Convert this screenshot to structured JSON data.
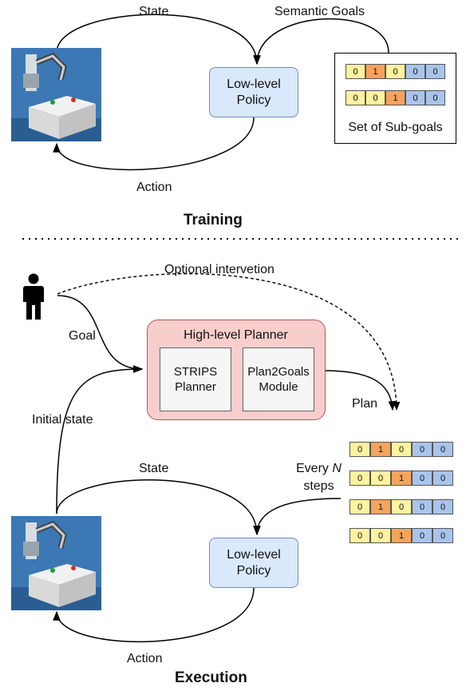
{
  "colors": {
    "policy_fill": "#dae8fc",
    "planner_fill": "#f8cecc",
    "cell_yellow": "#fff2a0",
    "cell_orange": "#f5a45c",
    "cell_blue": "#a9c4eb"
  },
  "training": {
    "title": "Training",
    "state_label": "State",
    "semantic_goals_label": "Semantic Goals",
    "action_label": "Action",
    "policy": {
      "line1": "Low-level",
      "line2": "Policy"
    },
    "subgoal_set": {
      "caption": "Set of Sub-goals",
      "rows": [
        [
          "0",
          "1",
          "0",
          "0",
          "0"
        ],
        [
          "0",
          "0",
          "1",
          "0",
          "0"
        ]
      ]
    }
  },
  "execution": {
    "title": "Execution",
    "optional_label": "Optional intervetion",
    "goal_label": "Goal",
    "initial_state_label": "Initial state",
    "plan_label": "Plan",
    "state_label": "State",
    "every_label_prefix": "Every",
    "every_label_n": "N",
    "every_label_suffix": "steps",
    "action_label": "Action",
    "planner": {
      "title": "High-level Planner",
      "strips": {
        "line1": "STRIPS",
        "line2": "Planner"
      },
      "plan2goals": {
        "line1": "Plan2Goals",
        "line2": "Module"
      }
    },
    "policy": {
      "line1": "Low-level",
      "line2": "Policy"
    },
    "plan_rows": [
      [
        "0",
        "1",
        "0",
        "0",
        "0"
      ],
      [
        "0",
        "0",
        "1",
        "0",
        "0"
      ],
      [
        "0",
        "1",
        "0",
        "0",
        "0"
      ],
      [
        "0",
        "0",
        "1",
        "0",
        "0"
      ]
    ]
  }
}
